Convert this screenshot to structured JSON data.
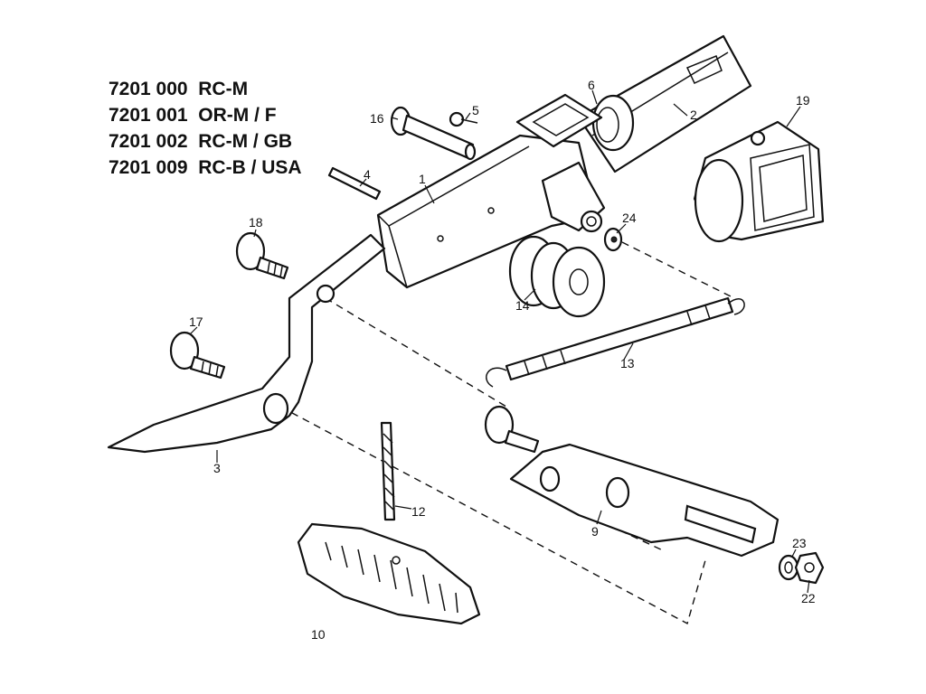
{
  "models": [
    {
      "code": "7201 000",
      "variant": "RC-M"
    },
    {
      "code": "7201 001",
      "variant": "OR-M / F"
    },
    {
      "code": "7201 002",
      "variant": "RC-M / GB"
    },
    {
      "code": "7201 009",
      "variant": "RC-B / USA"
    }
  ],
  "callouts": {
    "p1": "1",
    "p2": "2",
    "p3": "3",
    "p4": "4",
    "p5": "5",
    "p6": "6",
    "p9": "9",
    "p10": "10",
    "p12": "12",
    "p13": "13",
    "p14": "14",
    "p16": "16",
    "p17": "17",
    "p18": "18",
    "p19": "19",
    "p22": "22",
    "p23": "23",
    "p24": "24"
  }
}
